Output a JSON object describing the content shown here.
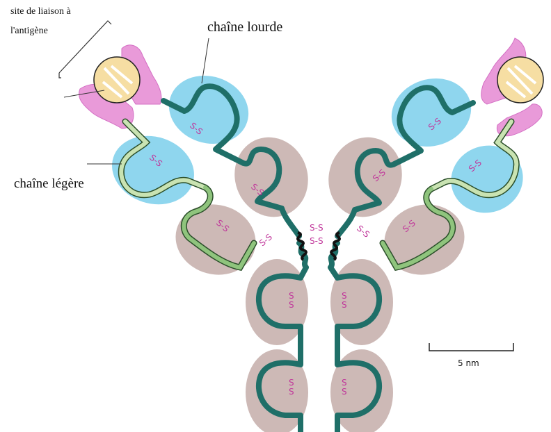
{
  "labels": {
    "antigen_site_line1": "site de liaison à",
    "antigen_site_line2": "l'antigène",
    "heavy_chain": "chaîne lourde",
    "light_chain": "chaîne légère",
    "scale": "5 nm"
  },
  "bond_text": "S-S",
  "colors": {
    "heavy_chain": "#1f6f68",
    "heavy_chain_light": "#2d8b80",
    "light_chain": "#8fc47d",
    "light_chain_fill": "#c9e3b2",
    "variable_domain": "#8fd6ee",
    "constant_domain": "#cdb9b6",
    "hypervariable": "#e99ad9",
    "antigen_site": "#f6dea3",
    "disulfide": "#c0359a"
  }
}
